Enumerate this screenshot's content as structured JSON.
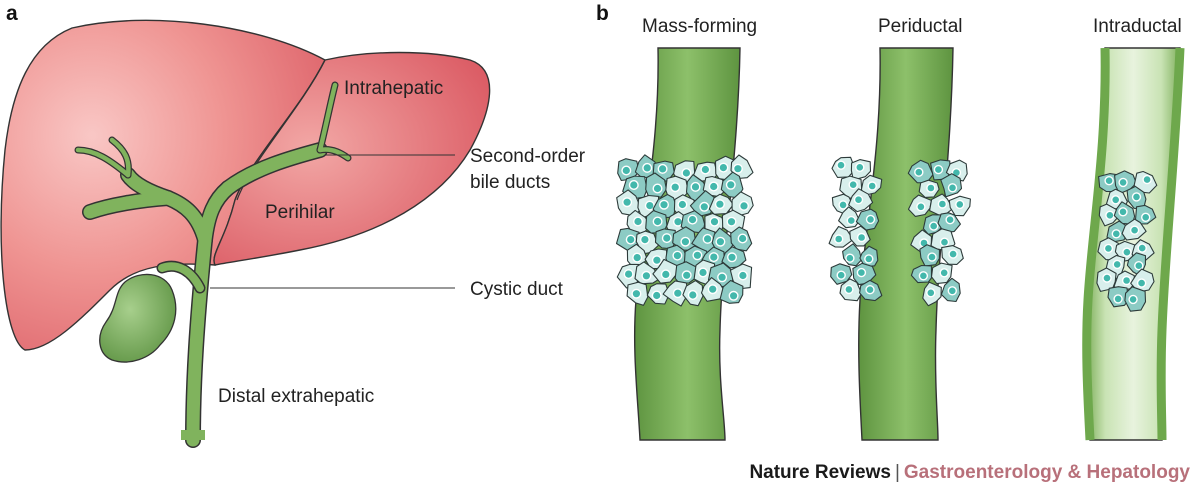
{
  "panels": {
    "a": "a",
    "b": "b"
  },
  "panel_a": {
    "labels": {
      "intrahepatic": "Intrahepatic",
      "perihilar": "Perihilar",
      "second_order_line1": "Second-order",
      "second_order_line2": "bile ducts",
      "cystic_duct": "Cystic duct",
      "distal": "Distal extrahepatic"
    }
  },
  "panel_b": {
    "titles": {
      "mass_forming": "Mass-forming",
      "periductal": "Periductal",
      "intraductal": "Intraductal"
    }
  },
  "footer": {
    "journal": "Nature Reviews",
    "separator": "|",
    "subject": "Gastroenterology & Hepatology"
  },
  "colors": {
    "liver": "#ee8f8d",
    "liver_dark": "#d95f66",
    "duct": "#7fb05c",
    "duct_dark": "#4f7f33",
    "cell": "#8fcfc8",
    "cell_light": "#d8efec",
    "nucleus": "#3fb5a9"
  }
}
